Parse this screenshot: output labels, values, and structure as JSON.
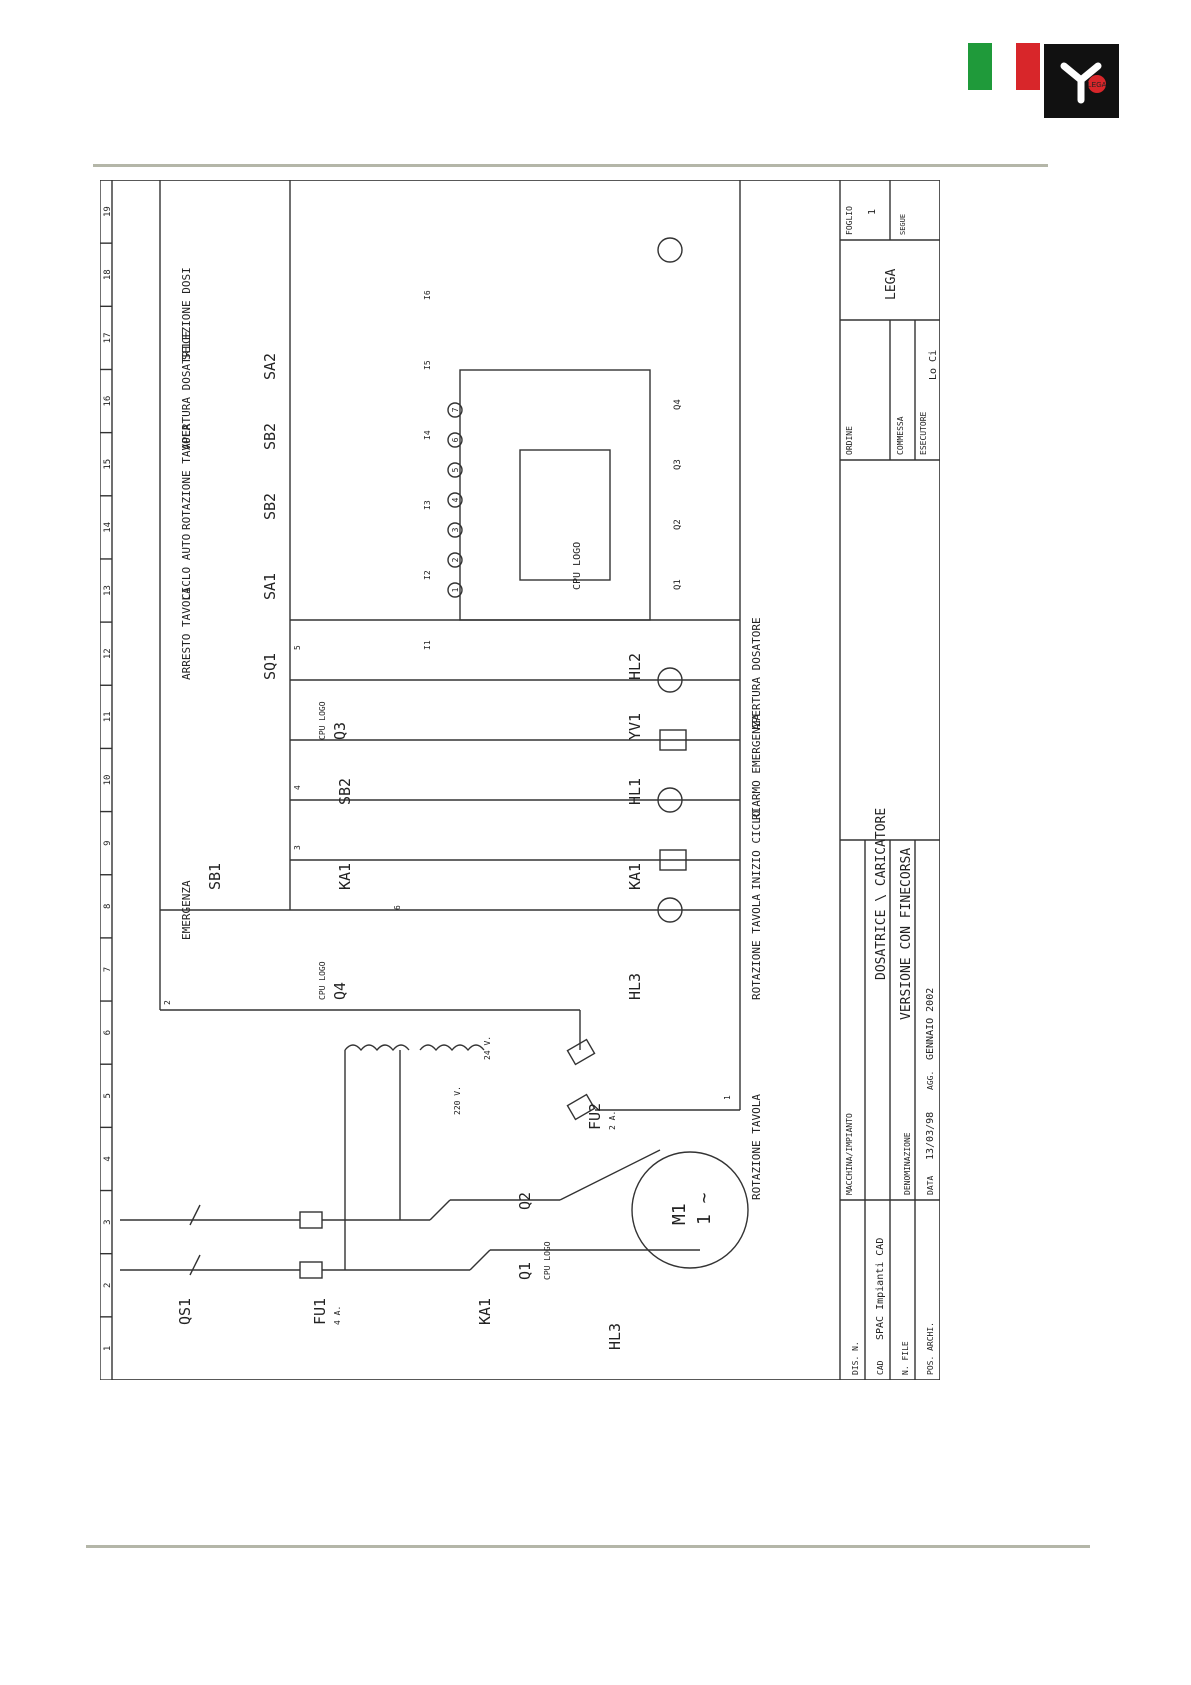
{
  "header": {
    "flag_colors": [
      "#1f9a3a",
      "#ffffff",
      "#d8262a"
    ],
    "logo_text": "LEGA"
  },
  "schematic": {
    "column_numbers": [
      "1",
      "2",
      "3",
      "4",
      "5",
      "6",
      "7",
      "8",
      "9",
      "10",
      "11",
      "12",
      "13",
      "14",
      "15",
      "16",
      "17",
      "18",
      "19"
    ],
    "components": {
      "qs1": "QS1",
      "fu1": "FU1",
      "fu1_rating": "4 A.",
      "ka1_a": "KA1",
      "q1": "Q1",
      "hl3_a": "HL3",
      "q2": "Q2",
      "m1": "M1",
      "m1_phase": "1 ~",
      "fu2": "FU2",
      "fu2_rating": "2 A.",
      "v220": "220 V.",
      "v24": "24 V.",
      "rot_tavola_a": "ROTAZIONE TAVOLA",
      "cpu_logo_q4": "CPU LOGO",
      "q4": "Q4",
      "hl3_b": "HL3",
      "emergenza": "EMERGENZA",
      "sb1": "SB1",
      "ka1_b": "KA1",
      "ka1_coil": "KA1",
      "sb2_a": "SB2",
      "hl1": "HL1",
      "cpu_logo_q3": "CPU LOGO",
      "q3": "Q3",
      "yv1": "YV1",
      "hl2": "HL2",
      "sq1": "SQ1",
      "sa1": "SA1",
      "sb2_b": "SB2",
      "sb2_c": "SB2",
      "sa2": "SA2",
      "cpu_logo_q1": "CPU LOGO",
      "arresto_tavola": "ARRESTO TAVOLA",
      "ciclo_auto": "CICLO AUTO",
      "rotazione_tavola_top": "ROTAZIONE TAVOLA",
      "apertura_dosatrice": "APERTURA DOSATRICE",
      "selezione_dosi": "SELEZIONE DOSI",
      "rotazione_tavola_b": "ROTAZIONE TAVOLA",
      "inizio_ciclo": "INIZIO CICLO",
      "riarmo_emergenza": "RIARMO EMERGENZA",
      "apertura_dosatore": "APERTURA DOSATORE",
      "cpu_logo_box": "CPU LOGO",
      "inputs": [
        "I1",
        "I2",
        "I3",
        "I4",
        "I5",
        "I6"
      ],
      "outputs": [
        "Q1",
        "Q2",
        "Q3",
        "Q4"
      ],
      "terminals": [
        "1",
        "2",
        "3",
        "4",
        "5",
        "6",
        "7"
      ],
      "wires": [
        "1",
        "2",
        "3",
        "4",
        "5",
        "6"
      ]
    }
  },
  "title_block": {
    "dis_n": "DIS. N.",
    "cad": "CAD",
    "cad_value": "SPAC Impianti CAD",
    "n_file": "N. FILE",
    "pos_archi": "POS. ARCHI.",
    "macchina": "MACCHINA/IMPIANTO",
    "macchina_value": "DOSATRICE \\ CARICATORE",
    "denominazione": "DENOMINAZIONE",
    "denominazione_value": "VERSIONE CON FINECORSA",
    "data": "DATA",
    "data_value": "13/03/98",
    "agg": "AGG.",
    "agg_value": "GENNAIO 2002",
    "ordine": "ORDINE",
    "commessa": "COMMESSA",
    "esecutore": "ESECUTORE",
    "esecutore_value": "Lo Ci",
    "lega": "LEGA",
    "foglio": "FOGLIO",
    "foglio_value": "1",
    "segue": "SEGUE"
  }
}
